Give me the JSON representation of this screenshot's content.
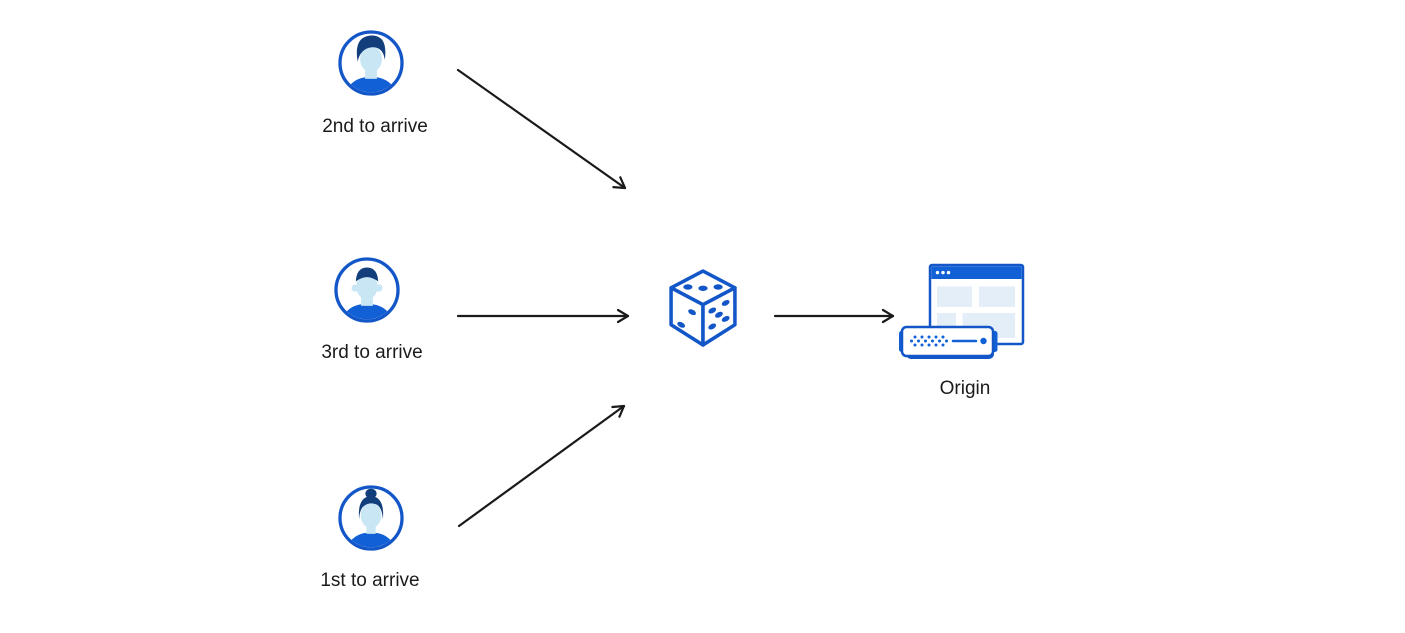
{
  "canvas": {
    "background": "#ffffff"
  },
  "palette": {
    "primary_blue": "#1160d6",
    "stroke_blue": "#1356c8",
    "hair_navy": "#123e7c",
    "skin_light_blue": "#c9e6f5",
    "panel_light_blue": "#e3eef8",
    "server_shadow_blue": "#d6e9f7",
    "arrow_black": "#1a1a1a",
    "text_color": "#1b1b1d"
  },
  "diagram": {
    "actors": [
      {
        "label": "2nd to arrive",
        "icon": "male-user-avatar"
      },
      {
        "label": "3rd to arrive",
        "icon": "male-user-flattop-avatar"
      },
      {
        "label": "1st to arrive",
        "icon": "female-user-avatar"
      }
    ],
    "hub": {
      "icon": "dice-icon",
      "description": "random selection dice"
    },
    "destination": {
      "label": "Origin",
      "icon": "origin-browser-server-icon"
    }
  }
}
